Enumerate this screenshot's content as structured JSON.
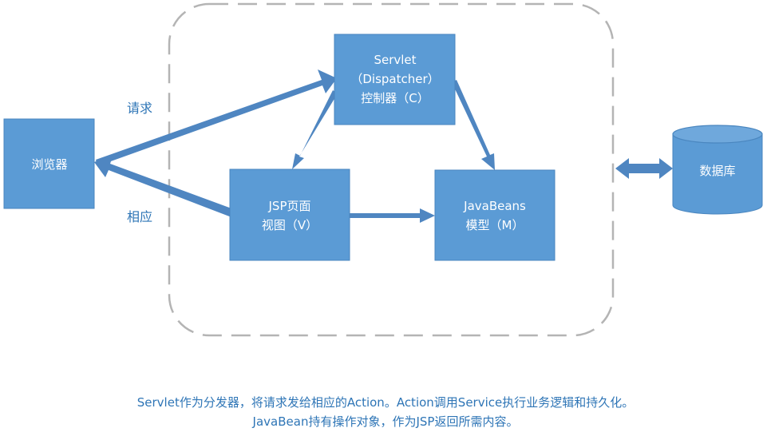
{
  "colors": {
    "node_fill": "#5b9bd5",
    "node_stroke": "#4a86bf",
    "edge": "#4f86c1",
    "boundary": "#b4b4b4",
    "label": "#2e75b6",
    "node_text": "#ffffff"
  },
  "nodes": {
    "browser": {
      "label": "浏览器"
    },
    "servlet": {
      "line1": "Servlet",
      "line2": "（Dispatcher）",
      "line3": "控制器（C）"
    },
    "jsp": {
      "line1": "JSP页面",
      "line2": "视图（V）"
    },
    "javabeans": {
      "line1": "JavaBeans",
      "line2": "模型（M）"
    },
    "database": {
      "label": "数据库"
    }
  },
  "edges": {
    "request_label": "请求",
    "response_label": "相应"
  },
  "caption": {
    "line1": "Servlet作为分发器，将请求发给相应的Action。Action调用Service执行业务逻辑和持久化。",
    "line2": "JavaBean持有操作对象，作为JSP返回所需内容。"
  }
}
